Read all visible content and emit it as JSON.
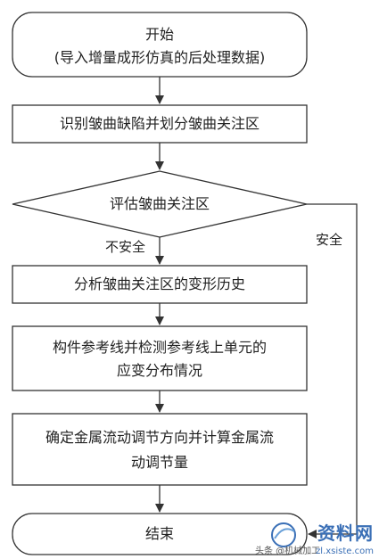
{
  "flow": {
    "start": {
      "line1": "开始",
      "line2": "(导入增量成形仿真的后处理数据)"
    },
    "step1": "识别皱曲缺陷并划分皱曲关注区",
    "decision": "评估皱曲关注区",
    "label_unsafe": "不安全",
    "label_safe": "安全",
    "step2": "分析皱曲关注区的变形历史",
    "step3": {
      "line1": "构件参考线并检测参考线上单元的",
      "line2": "应变分布情况"
    },
    "step4": {
      "line1": "确定金属流动调节方向并计算金属流",
      "line2": "动调节量"
    },
    "end": "结束"
  },
  "watermark": {
    "brand": "资料网",
    "small": "头条 @机械加工",
    "site": "zl.xsiste.com"
  },
  "colors": {
    "stroke": "#333333",
    "text": "#222222",
    "watermark": "#3a6fb6"
  }
}
